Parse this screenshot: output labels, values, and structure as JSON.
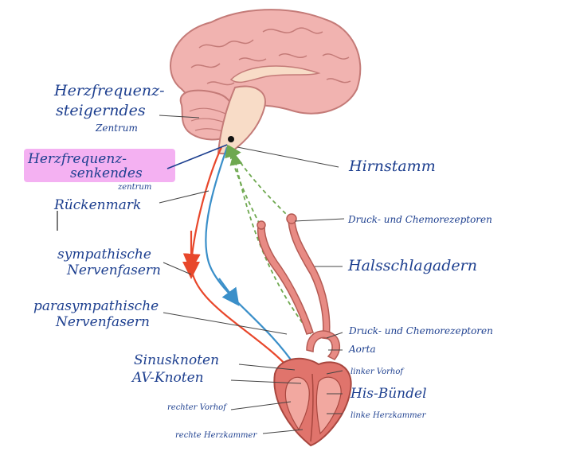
{
  "labels": {
    "herzfrequenz_steigernd_1": "Herzfrequenz-",
    "herzfrequenz_steigernd_2": "steigerndes",
    "herzfrequenz_steigernd_3": "Zentrum",
    "herzfrequenz_senkend_1": "Herzfrequenz-",
    "herzfrequenz_senkend_2": "senkendes",
    "herzfrequenz_senkend_3": "zentrum",
    "rueckenmark": "Rückenmark",
    "sympathische_1": "sympathische",
    "sympathische_2": "Nervenfasern",
    "parasympathische_1": "parasympathische",
    "parasympathische_2": "Nervenfasern",
    "sinusknoten": "Sinusknoten",
    "av_knoten": "AV-Knoten",
    "rechter_vorhof": "rechter Vorhof",
    "rechte_herzkammer": "rechte Herzkammer",
    "hirnstamm": "Hirnstamm",
    "druck_chemo_1": "Druck- und Chemorezeptoren",
    "halsschlagadern": "Halsschlagadern",
    "druck_chemo_2": "Druck- und Chemorezeptoren",
    "aorta": "Aorta",
    "linker_vorhof": "linker Vorhof",
    "his_buendel": "His-Bündel",
    "linke_herzkammer": "linke Herzkammer"
  },
  "colors": {
    "label_ink": "#1d3f8f",
    "highlight": "#f2a3f0",
    "brain": "#f1b3b0",
    "brain_outline": "#c47b78",
    "brainstem": "#f8dcc7",
    "sympathetic": "#e8472b",
    "parasympathetic": "#3a8fc9",
    "afferent": "#6ea84f",
    "artery": "#e88b84",
    "heart": "#e0746c"
  }
}
